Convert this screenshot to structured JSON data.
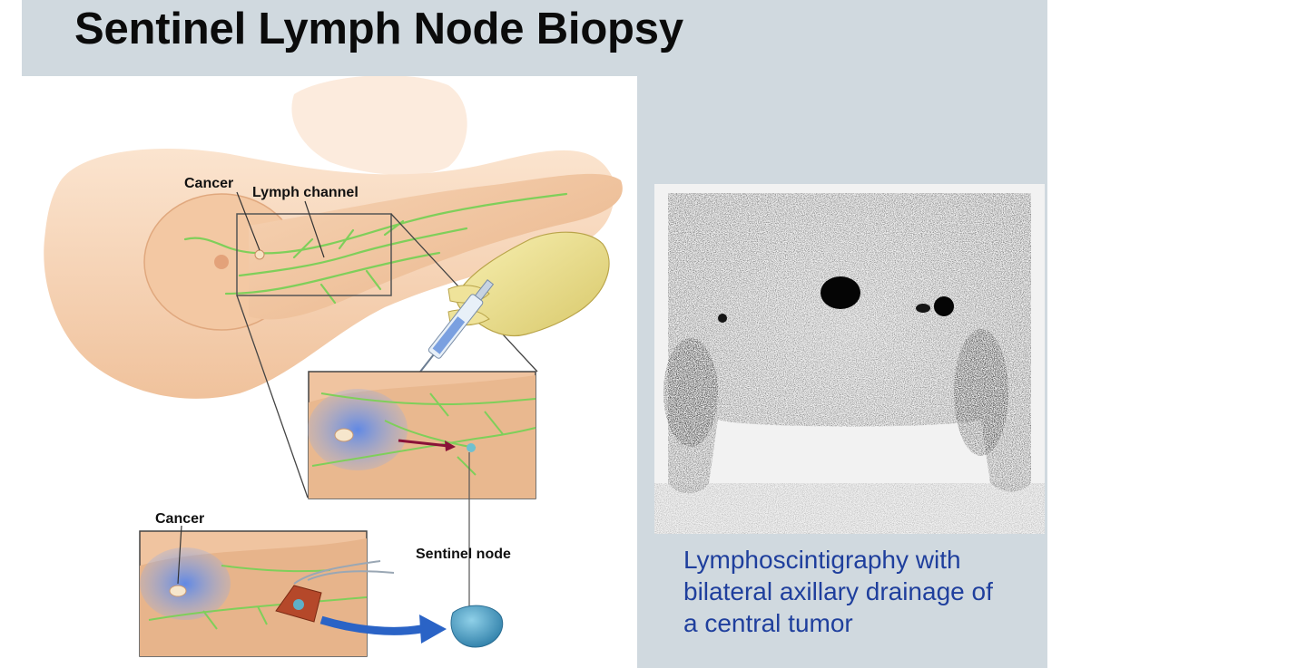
{
  "slide": {
    "title": "Sentinel Lymph Node Biopsy"
  },
  "illustration": {
    "labels": {
      "cancer_top": "Cancer",
      "lymph_channel": "Lymph channel",
      "cancer_bottom": "Cancer",
      "sentinel_node": "Sentinel node"
    }
  },
  "scintigraphy": {
    "caption_lines": [
      "Lymphoscintigraphy with",
      "bilateral axillary drainage of",
      "a central tumor"
    ]
  },
  "colors": {
    "slide_background": "#d0d9df",
    "caption_text": "#1f3f9d",
    "lymph_vessels": "#7fcf5a",
    "dye": "#6b95e0",
    "skin": "#f2c9a6"
  }
}
